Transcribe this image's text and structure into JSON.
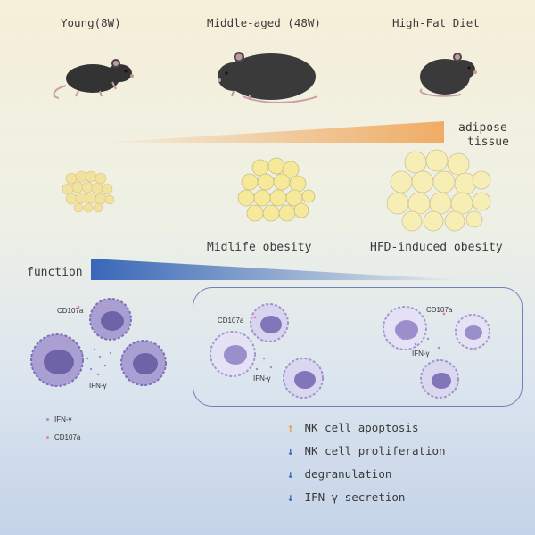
{
  "groups": [
    {
      "label": "Young(8W)"
    },
    {
      "label": "Middle-aged (48W)"
    },
    {
      "label": "High-Fat Diet"
    }
  ],
  "adipose_label_line1": "adipose",
  "adipose_label_line2": "tissue",
  "obesity_labels": [
    "Midlife obesity",
    "HFD-induced obesity"
  ],
  "function_label": "function",
  "cell_labels": {
    "cd107a": "CD107a",
    "ifng": "IFN-γ"
  },
  "legend": [
    {
      "label": "IFN-γ",
      "color": "#8c98c8"
    },
    {
      "label": "CD107a",
      "color": "#e8888a"
    }
  ],
  "effects": [
    {
      "direction": "up",
      "arrow": "↑",
      "text": "NK cell apoptosis"
    },
    {
      "direction": "down",
      "arrow": "↓",
      "text": "NK cell proliferation"
    },
    {
      "direction": "down",
      "arrow": "↓",
      "text": "degranulation"
    },
    {
      "direction": "down",
      "arrow": "↓",
      "text": "IFN-γ secretion"
    }
  ],
  "colors": {
    "adipose_gradient": "#f0a050",
    "function_gradient": "#2f5fb5",
    "mouse": "#333333",
    "fat_cell": "#f4e6a6",
    "nk_cell": "#8e86c4"
  }
}
